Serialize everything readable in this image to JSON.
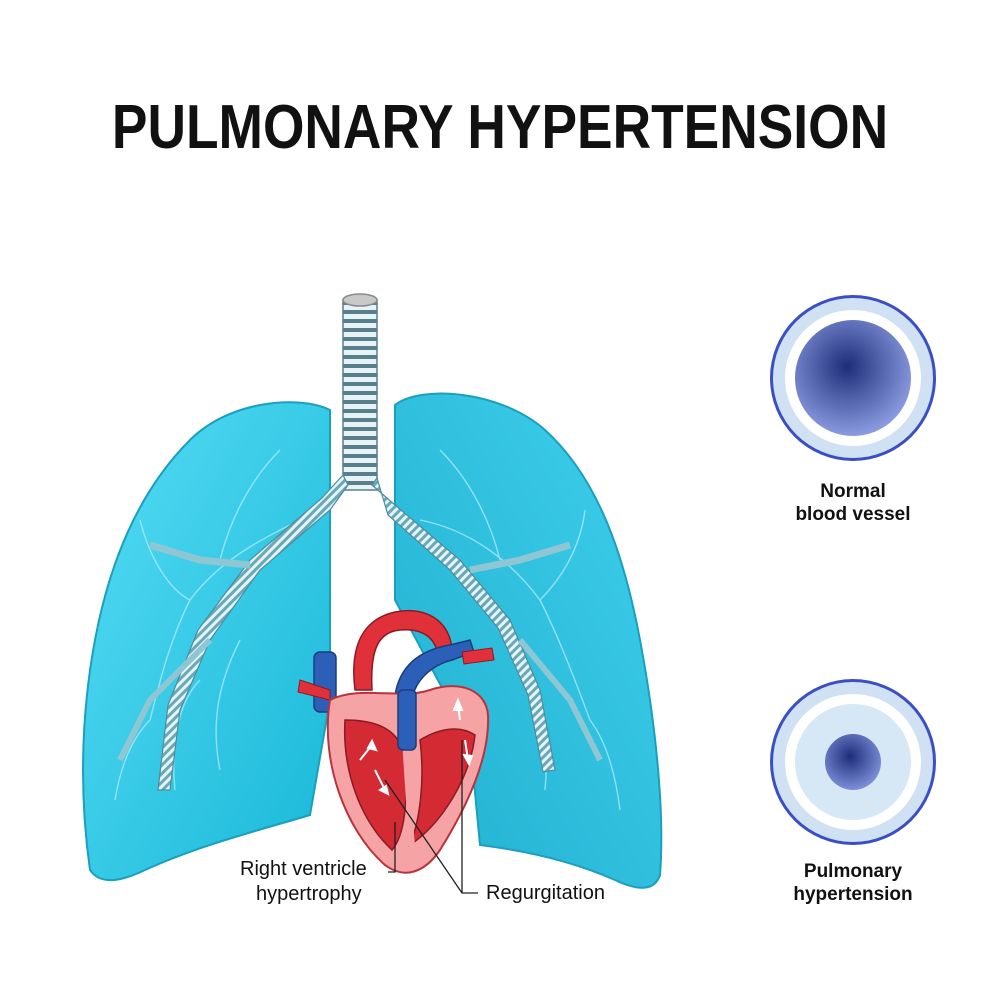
{
  "title": "PULMONARY HYPERTENSION",
  "vessels": {
    "normal": {
      "line1": "Normal",
      "line2": "blood vessel"
    },
    "hypertension": {
      "line1": "Pulmonary",
      "line2": "hypertension"
    }
  },
  "labels": {
    "rv_line1": "Right ventricle",
    "rv_line2": "hypertrophy",
    "regurgitation": "Regurgitation"
  },
  "stock_id": "#185846632",
  "colors": {
    "lung": "#3fd0ee",
    "lung_dark": "#1aa6c4",
    "heart_red": "#e0303a",
    "heart_pink": "#f6a3a5",
    "vessel_blue": "#2c5fb8",
    "vessel_ring": "#3b4fc4",
    "vessel_wall": "#d6e7f5"
  }
}
